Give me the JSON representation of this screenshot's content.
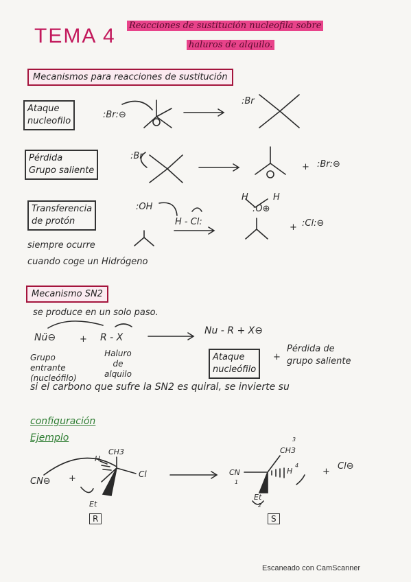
{
  "title": {
    "main": "TEMA 4",
    "line1": "Reacciones de sustitución nucleofila sobre",
    "line2": "haluros de alquilo."
  },
  "section1": {
    "heading": "Mecanismos para reacciones de sustitución"
  },
  "boxes": {
    "ataque": [
      "Ataque",
      "nucleofilo"
    ],
    "perdida": [
      "Pérdida",
      "Grupo saliente"
    ],
    "transferencia": [
      "Transferencia",
      "de protón"
    ]
  },
  "chem": {
    "br_minus": ":Br:⊖",
    "br_top": ":Br",
    "br_left": ":Br",
    "br_ion": ":Br:⊖",
    "oh": ":OH",
    "hcl": "H - Cl:",
    "h_left": "H",
    "h_right": "H",
    "o_plus": ":O⊕",
    "cl_ion": ":Cl:⊖",
    "plus": "+"
  },
  "notes": {
    "siempre": "siempre ocurre",
    "cuando": "cuando coge un Hidrógeno"
  },
  "section2": {
    "heading": "Mecanismo SN2"
  },
  "sn2": {
    "intro": "se produce en un solo paso.",
    "nu": "Nü⊖",
    "plus": "+",
    "rx": "R - X",
    "product": "Nu - R + X⊖",
    "grupo": [
      "Grupo",
      "entrante",
      "(nucleófilo)"
    ],
    "haluro": [
      "Haluro",
      "de",
      "alquilo"
    ],
    "box_ataque": [
      "Ataque",
      "nucleófilo"
    ],
    "box_plus": "+",
    "box_perdida": [
      "Pérdida de",
      "grupo saliente"
    ]
  },
  "quiral": {
    "line": "si el carbono que sufre la SN2 es quiral, se invierte su",
    "line2": "configuración"
  },
  "ejemplo": {
    "label": "Ejemplo",
    "cn": "CN⊖",
    "plus1": "+",
    "h": "H",
    "ch3": "CH3",
    "cl": "Cl",
    "et": "Et",
    "r_label": "R",
    "cn2": "CN",
    "ch3b": "CH3",
    "hb": "H",
    "etb": "Et",
    "plus2": "+",
    "cl_ion": "Cl⊖",
    "s_label": "S",
    "n1": "1",
    "n2": "2",
    "n3": "3",
    "n4": "4"
  },
  "footer": "Escaneado con CamScanner"
}
